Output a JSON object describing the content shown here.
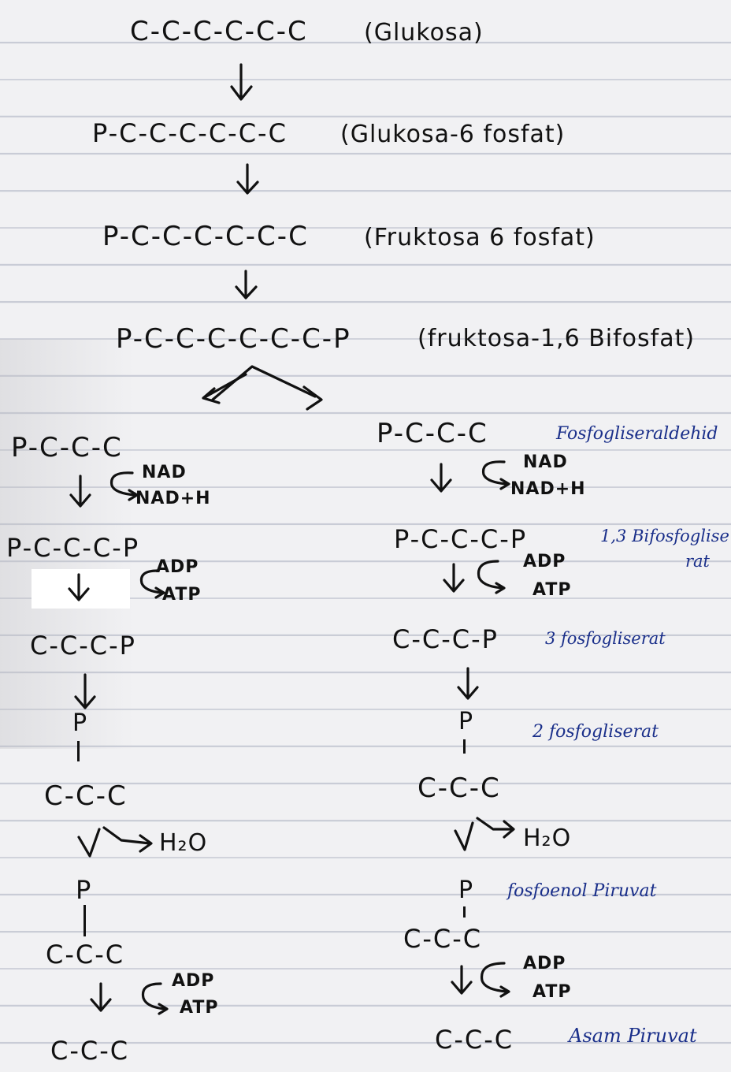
{
  "main_chain": [
    {
      "formula": "C-C-C-C-C-C",
      "label": "(Glukosa)"
    },
    {
      "formula": "P-C-C-C-C-C-C",
      "label": "(Glukosa-6 fosfat)"
    },
    {
      "formula": "P-C-C-C-C-C-C",
      "label": "(Fruktosa 6 fosfat)"
    },
    {
      "formula": "P-C-C-C-C-C-C-P",
      "label": "(fruktosa-1,6 Bifosfat)"
    }
  ],
  "left_branch": {
    "formulas": [
      "P-C-C-C",
      "P-C-C-C-P",
      "C-C-C-P",
      "P",
      "C-C-C",
      "P",
      "C-C-C",
      "C-C-C"
    ],
    "cofactors": [
      "NAD",
      "NAD+H",
      "ADP",
      "ATP",
      "H₂O",
      "ADP",
      "ATP"
    ]
  },
  "right_branch": {
    "formulas": [
      "P-C-C-C",
      "P-C-C-C-P",
      "C-C-C-P",
      "P",
      "C-C-C",
      "P",
      "C-C-C",
      "C-C-C"
    ],
    "labels": [
      "Fosfogliseraldehid",
      "1,3 Bifosfoglise",
      "rat",
      "3 fosfogliserat",
      "2 fosfogliserat",
      "fosfoenol Piruvat",
      "Asam Piruvat"
    ],
    "cofactors": [
      "NAD",
      "NAD+H",
      "ADP",
      "ATP",
      "H₂O",
      "ADP",
      "ATP"
    ]
  }
}
